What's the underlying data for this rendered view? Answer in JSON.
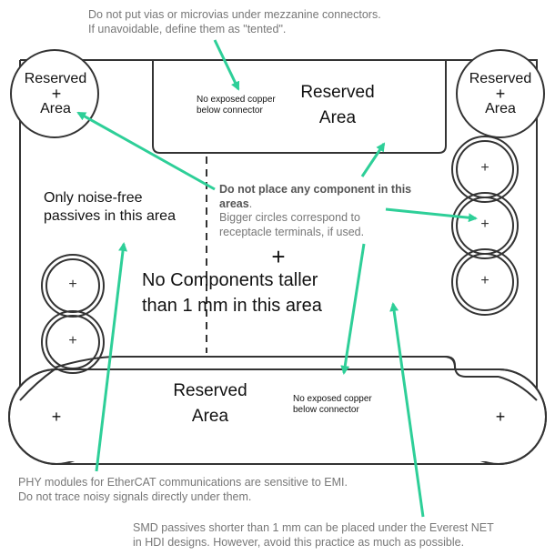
{
  "top_note": "Do not put vias or microvias under mezzanine connectors.\nIf unavoidable, define them as \"tented\".",
  "reserved_label": "Reserved\nArea",
  "corner_reserved_label": "Reserved",
  "corner_area_label": "Area",
  "no_exposed_copper": "No exposed copper\nbelow connector",
  "plus": "+",
  "noise_free": "Only noise-free\npassives in this area",
  "no_components": "No Components taller\nthan 1 mm in this area",
  "center_bold": "Do not place any component in this areas",
  "center_dot": ".",
  "center_rest": "Bigger circles correspond to\nreceptacle terminals, if used.",
  "phy_note": "PHY modules for EtherCAT communications are sensitive to EMI.\nDo not trace noisy signals directly under them.",
  "smd_note": "SMD passives shorter than 1 mm can be placed under the Everest NET\nin HDI designs. However, avoid this practice as much as possible.",
  "colors": {
    "arrow": "#2ecf98",
    "outline": "#333333",
    "note_text": "#777777"
  }
}
